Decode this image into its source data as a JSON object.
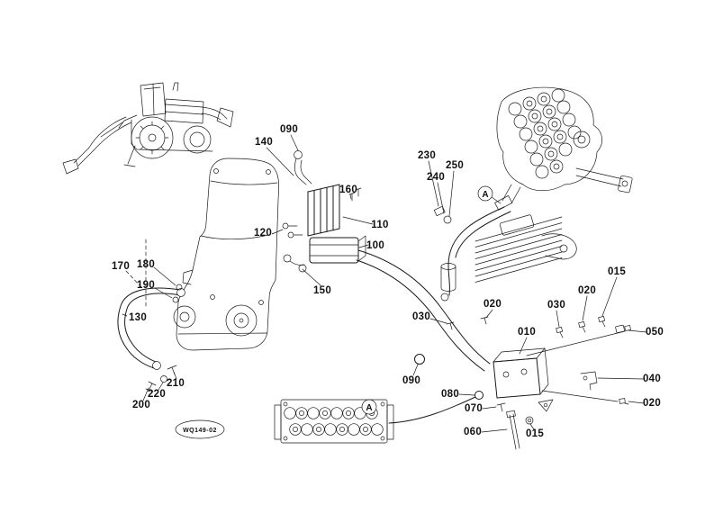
{
  "diagram": {
    "callouts": [
      {
        "text": "090"
      },
      {
        "text": "140"
      },
      {
        "text": "160"
      },
      {
        "text": "110"
      },
      {
        "text": "100"
      },
      {
        "text": "120"
      },
      {
        "text": "150"
      },
      {
        "text": "230"
      },
      {
        "text": "240"
      },
      {
        "text": "250"
      },
      {
        "text": "015"
      },
      {
        "text": "020"
      },
      {
        "text": "030"
      },
      {
        "text": "020"
      },
      {
        "text": "030"
      },
      {
        "text": "010"
      },
      {
        "text": "050"
      },
      {
        "text": "040"
      },
      {
        "text": "020"
      },
      {
        "text": "090"
      },
      {
        "text": "080"
      },
      {
        "text": "070"
      },
      {
        "text": "060"
      },
      {
        "text": "015"
      },
      {
        "text": "170"
      },
      {
        "text": "180"
      },
      {
        "text": "190"
      },
      {
        "text": "130"
      },
      {
        "text": "210"
      },
      {
        "text": "220"
      },
      {
        "text": "200"
      }
    ],
    "connection_markers": [
      {
        "text": "A"
      },
      {
        "text": "A"
      }
    ],
    "stamp": {
      "text": "WQ149-02"
    }
  },
  "colors": {
    "line": "#1a1a1a",
    "background": "#ffffff"
  }
}
